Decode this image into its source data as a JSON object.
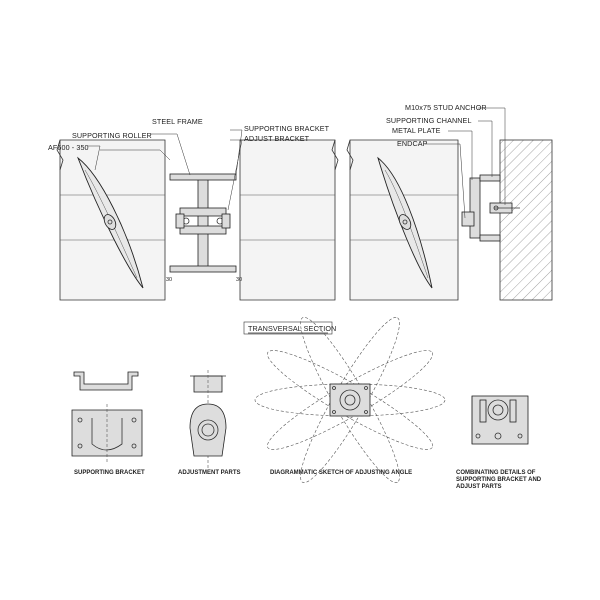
{
  "labels": {
    "steel_frame": "STEEL FRAME",
    "supporting_roller": "SUPPORTING ROLLER",
    "af_model": "AF600 - 350",
    "supporting_bracket_top": "SUPPORTING BRACKET",
    "adjust_bracket": "ADJUST BRACKET",
    "stud_anchor": "M10x75 STUD ANCHOR",
    "supporting_channel": "SUPPORTING CHANNEL",
    "metal_plate": "METAL PLATE",
    "endcap": "ENDCAP",
    "dim_left": "30",
    "dim_right": "30",
    "section_title": "TRANSVERSAL SECTION"
  },
  "captions": {
    "supporting_bracket": "SUPPORTING BRACKET",
    "adjustment_parts": "ADJUSTMENT PARTS",
    "adjusting_angle": "DIAGRAMMATIC SKETCH OF ADJUSTING ANGLE",
    "combining_line1": "COMBINATING DETAILS OF",
    "combining_line2": "SUPPORTING BRACKET AND",
    "combining_line3": "ADJUST PARTS"
  }
}
